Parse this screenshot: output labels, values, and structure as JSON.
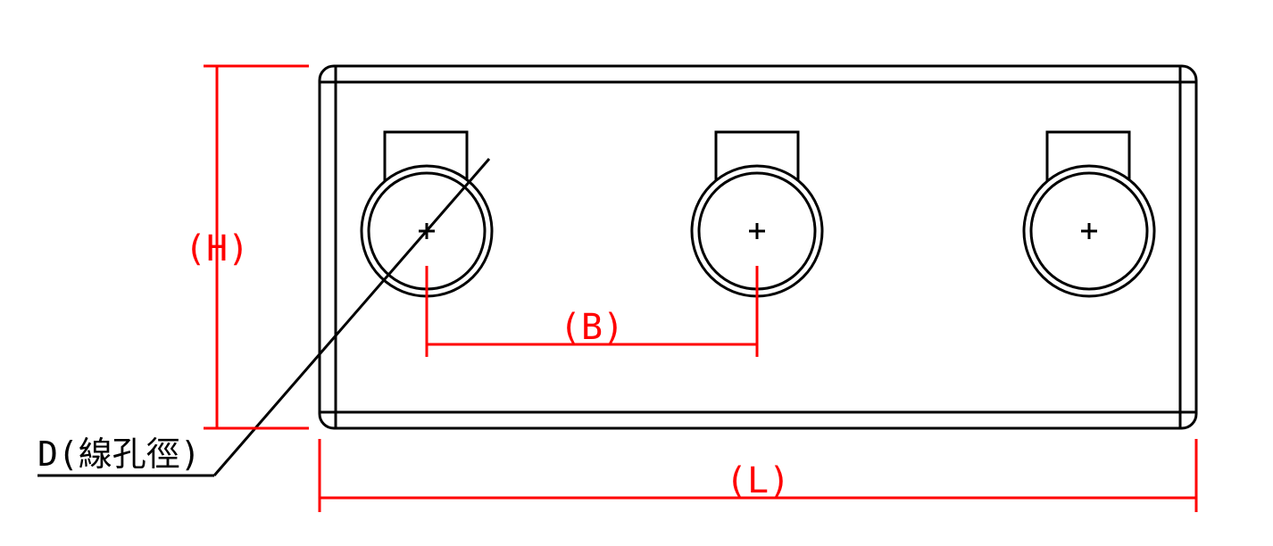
{
  "colors": {
    "outline": "#000000",
    "dimension": "#ff0000",
    "background": "#ffffff"
  },
  "labels": {
    "height": "(H)",
    "pitch": "(B)",
    "length": "(L)",
    "hole_diameter": "D(線孔徑)"
  },
  "holes": {
    "count": 3
  }
}
